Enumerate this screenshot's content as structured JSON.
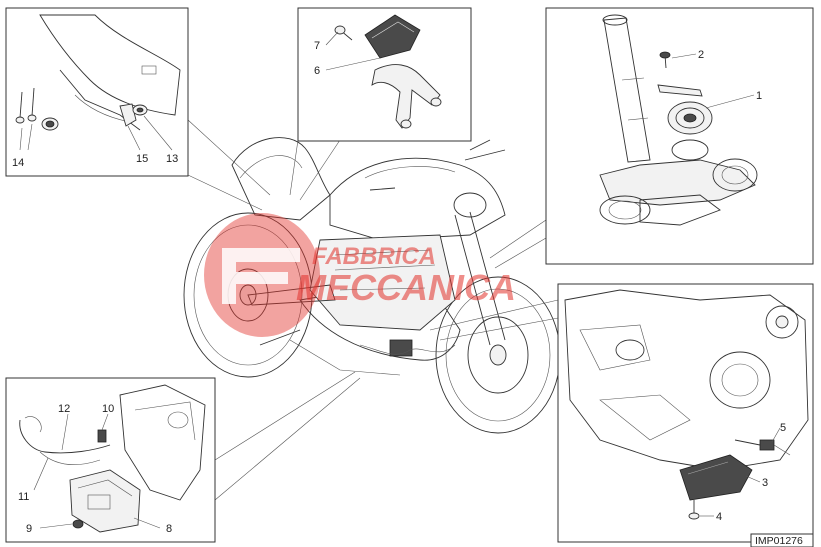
{
  "diagram": {
    "reference_code": "IMP01276",
    "watermark": {
      "line1": "FABBRICA",
      "line2": "MECCANICA",
      "accent_color": "#e3322c"
    },
    "callouts": [
      {
        "id": "c1",
        "label": "1"
      },
      {
        "id": "c2",
        "label": "2"
      },
      {
        "id": "c3",
        "label": "3"
      },
      {
        "id": "c4",
        "label": "4"
      },
      {
        "id": "c5",
        "label": "5"
      },
      {
        "id": "c6",
        "label": "6"
      },
      {
        "id": "c7",
        "label": "7"
      },
      {
        "id": "c8",
        "label": "8"
      },
      {
        "id": "c9",
        "label": "9"
      },
      {
        "id": "c10",
        "label": "10"
      },
      {
        "id": "c11",
        "label": "11"
      },
      {
        "id": "c12",
        "label": "12"
      },
      {
        "id": "c13",
        "label": "13"
      },
      {
        "id": "c14",
        "label": "14"
      },
      {
        "id": "c15",
        "label": "15"
      }
    ]
  }
}
